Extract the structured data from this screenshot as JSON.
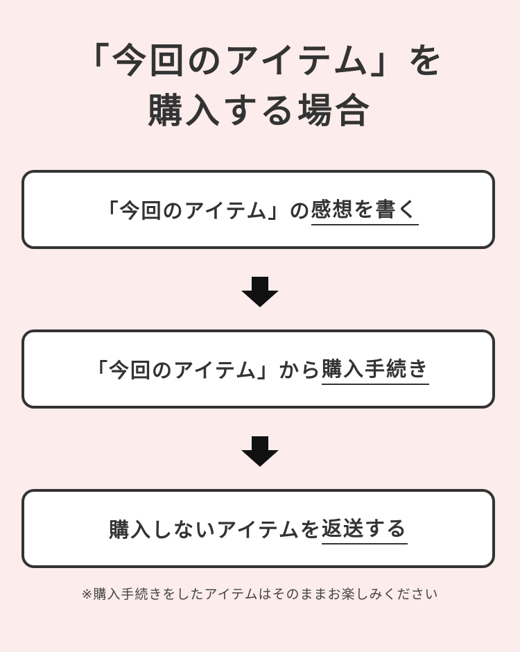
{
  "title": {
    "line1": "「今回のアイテム」を",
    "line2": "購入する場合"
  },
  "steps": [
    {
      "text": "「今回のアイテム」の",
      "emphasis": "感想を書く"
    },
    {
      "text": "「今回のアイテム」から",
      "emphasis": "購入手続き"
    },
    {
      "text": "購入しないアイテムを",
      "emphasis": "返送する"
    }
  ],
  "note": "※購入手続きをしたアイテムはそのままお楽しみください"
}
